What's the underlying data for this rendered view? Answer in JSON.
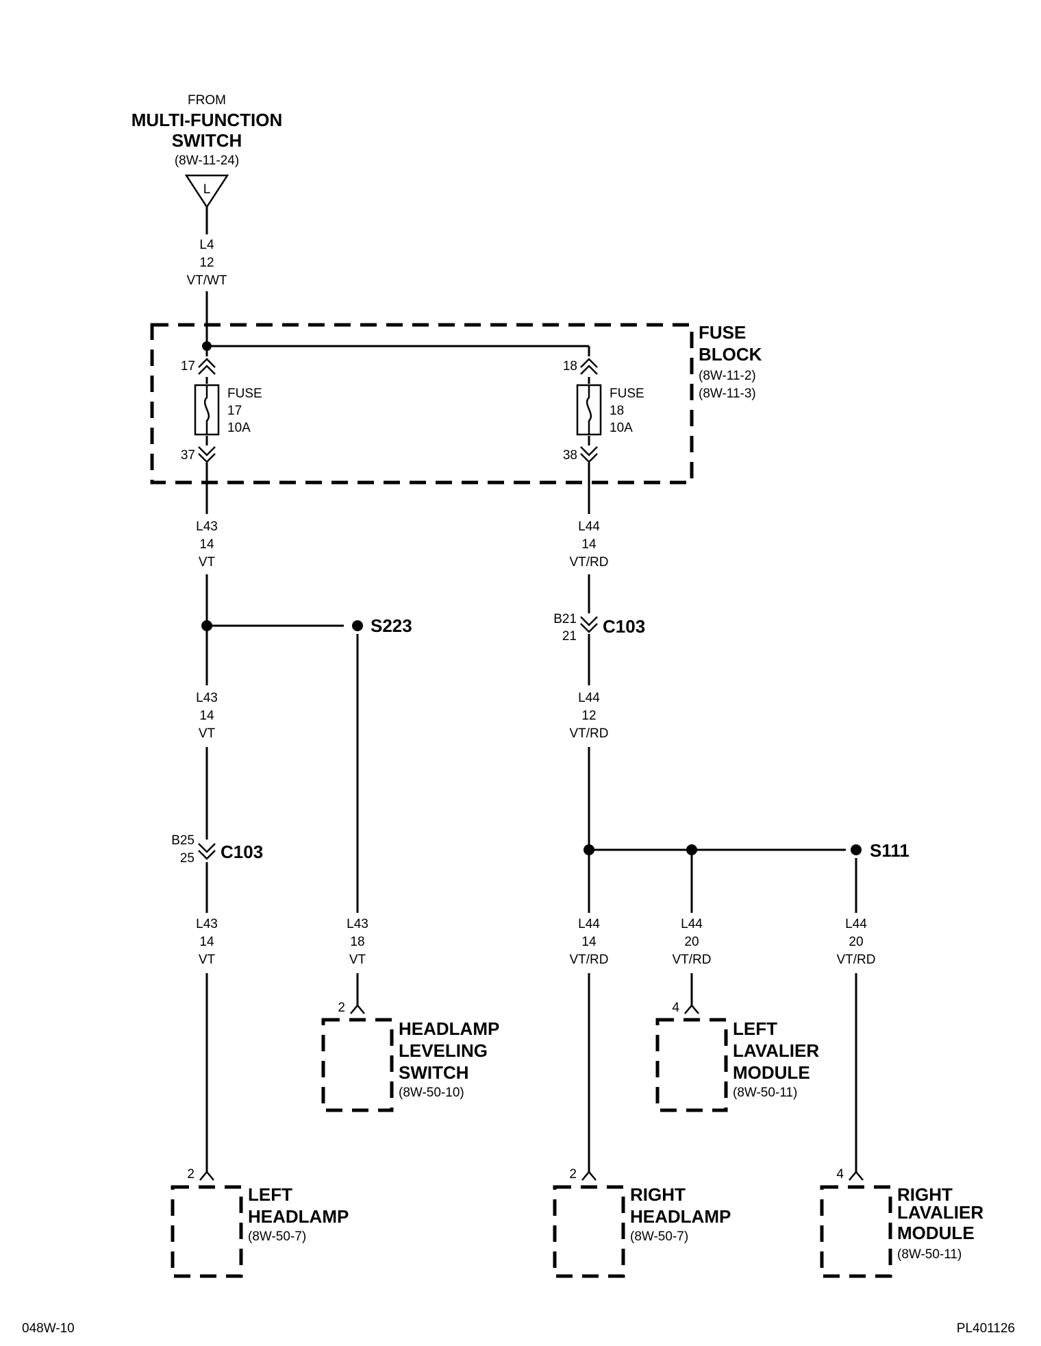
{
  "source": {
    "from": "FROM",
    "name_line1": "MULTI-FUNCTION",
    "name_line2": "SWITCH",
    "ref": "(8W-11-24)",
    "connector_letter": "L"
  },
  "wires": {
    "w_l4": [
      "L4",
      "12",
      "VT/WT"
    ],
    "w_l43_a": [
      "L43",
      "14",
      "VT"
    ],
    "w_l44_a": [
      "L44",
      "14",
      "VT/RD"
    ],
    "w_l43_b": [
      "L43",
      "14",
      "VT"
    ],
    "w_l44_b": [
      "L44",
      "12",
      "VT/RD"
    ],
    "w_l43_c": [
      "L43",
      "14",
      "VT"
    ],
    "w_l43_d": [
      "L43",
      "18",
      "VT"
    ],
    "w_l44_c": [
      "L44",
      "14",
      "VT/RD"
    ],
    "w_l44_d": [
      "L44",
      "20",
      "VT/RD"
    ],
    "w_l44_e": [
      "L44",
      "20",
      "VT/RD"
    ]
  },
  "fuse_block": {
    "name_line1": "FUSE",
    "name_line2": "BLOCK",
    "ref1": "(8W-11-2)",
    "ref2": "(8W-11-3)",
    "fuse17": {
      "label": "FUSE",
      "number": "17",
      "rating": "10A",
      "pin_in": "17",
      "pin_out": "37"
    },
    "fuse18": {
      "label": "FUSE",
      "number": "18",
      "rating": "10A",
      "pin_in": "18",
      "pin_out": "38"
    }
  },
  "splices": {
    "s223": "S223",
    "s111": "S111"
  },
  "connectors": {
    "c103_right": {
      "name": "C103",
      "pin_top": "B21",
      "pin_bottom": "21"
    },
    "c103_left": {
      "name": "C103",
      "pin_top": "B25",
      "pin_bottom": "25"
    }
  },
  "components": {
    "headlamp_leveling_switch": {
      "lines": [
        "HEADLAMP",
        "LEVELING",
        "SWITCH"
      ],
      "ref": "(8W-50-10)",
      "pin": "2"
    },
    "left_lavalier_module": {
      "lines": [
        "LEFT",
        "LAVALIER",
        "MODULE"
      ],
      "ref": "(8W-50-11)",
      "pin": "4"
    },
    "left_headlamp": {
      "lines": [
        "LEFT",
        "HEADLAMP"
      ],
      "ref": "(8W-50-7)",
      "pin": "2"
    },
    "right_headlamp": {
      "lines": [
        "RIGHT",
        "HEADLAMP"
      ],
      "ref": "(8W-50-7)",
      "pin": "2"
    },
    "right_lavalier_module": {
      "lines": [
        "RIGHT",
        "LAVALIER",
        "MODULE"
      ],
      "ref": "(8W-50-11)",
      "pin": "4"
    }
  },
  "footer": {
    "left_code": "048W-10",
    "right_code": "PL401126"
  }
}
